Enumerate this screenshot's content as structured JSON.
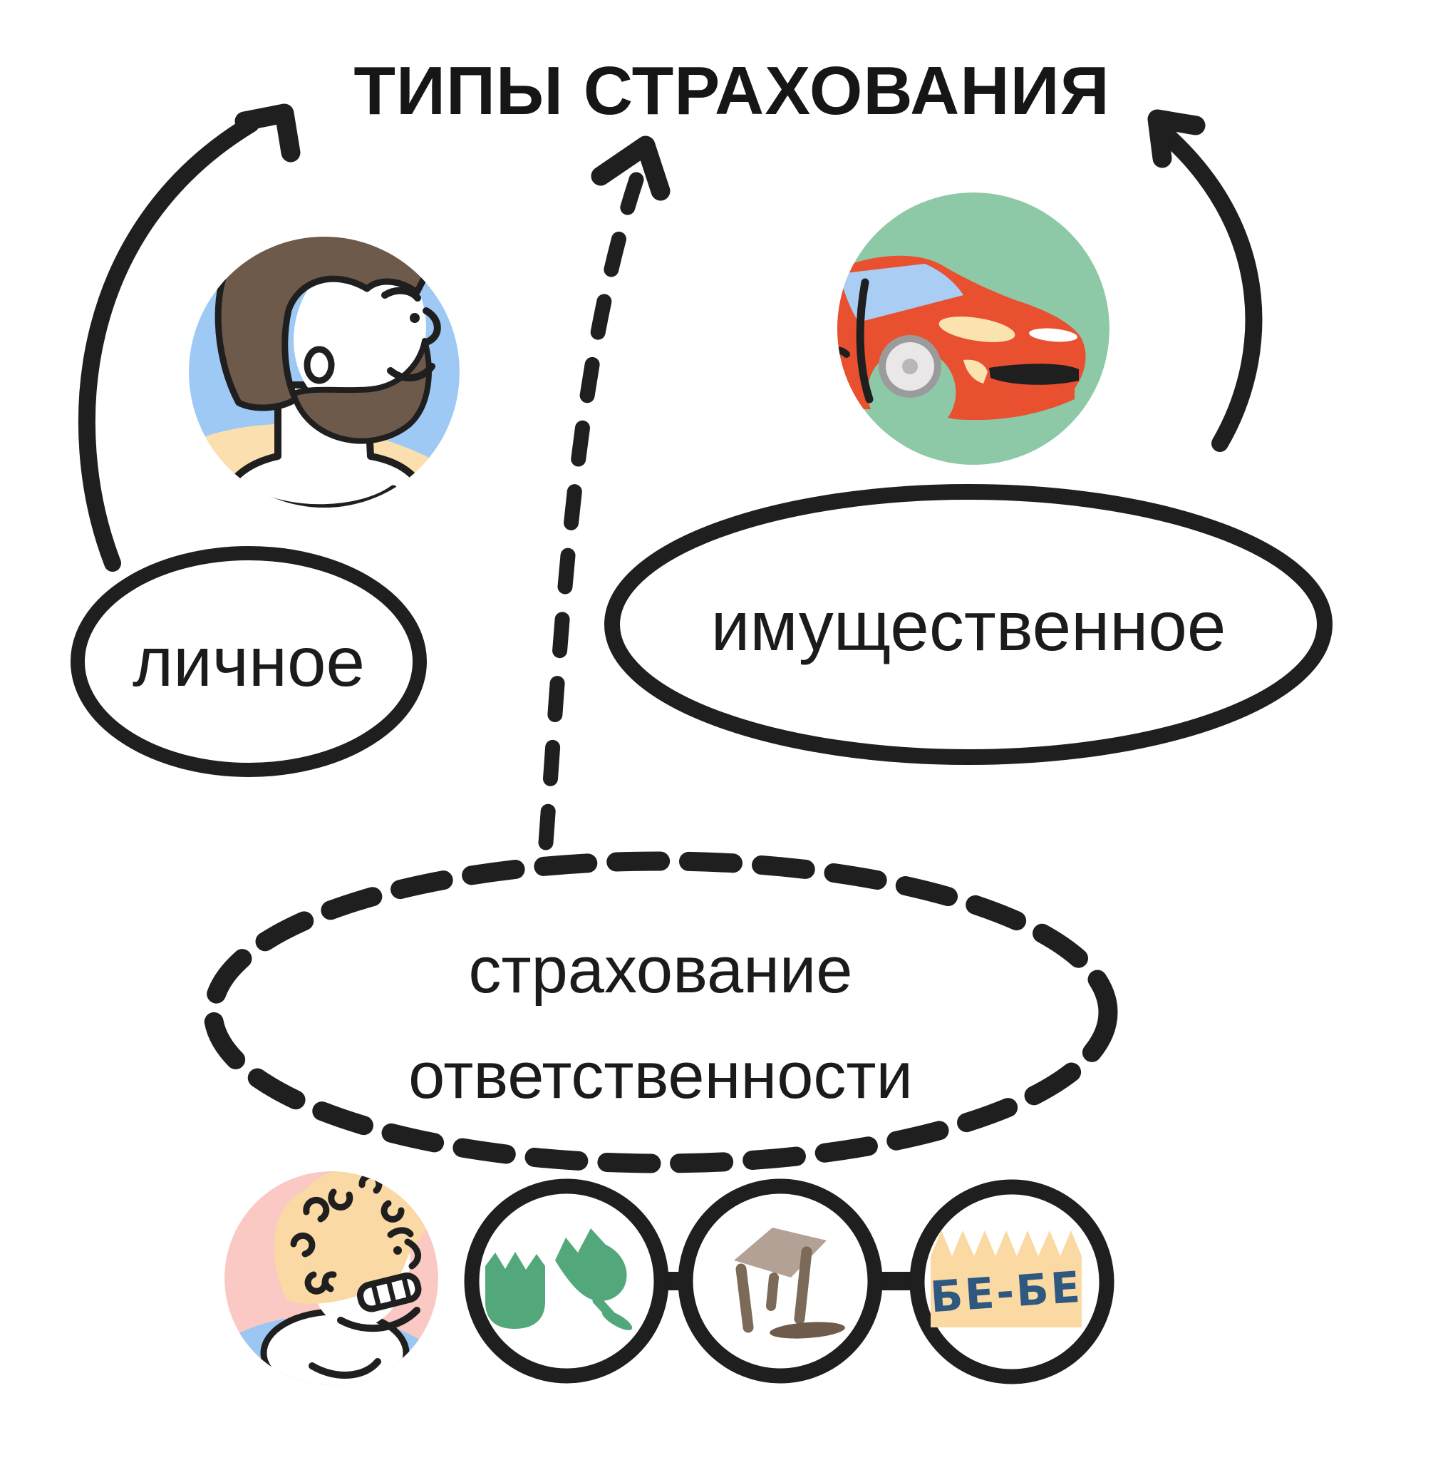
{
  "title": "ТИПЫ СТРАХОВАНИЯ",
  "nodes": {
    "personal": {
      "label": "личное",
      "icon": "bearded-man-avatar"
    },
    "property": {
      "label": "имущественное",
      "icon": "red-car-avatar"
    },
    "liability": {
      "label_line1": "страхование",
      "label_line2": "ответственности",
      "examples": [
        {
          "icon": "grinning-curly-man-avatar"
        },
        {
          "icon": "broken-wine-glass-icon"
        },
        {
          "icon": "broken-stool-icon"
        },
        {
          "icon": "mocking-speech-icon",
          "label": "БЕ-БЕ"
        }
      ]
    }
  },
  "colors": {
    "ink": "#1f1f1f",
    "avatar_blue": "#9ec9f5",
    "avatar_peach": "#fbdfae",
    "hair_brown": "#6e5a4b",
    "car_green": "#8ec9a7",
    "car_red": "#e8502f",
    "car_glass": "#a9cdf3",
    "car_cream": "#fbe3b0",
    "wheel_tire": "#9b9b9b",
    "wheel_disc": "#e9e7e7",
    "wheel_hub": "#b9b6b6",
    "pink": "#fac9c4",
    "curly_hair": "#fad9a4",
    "shirt_blue": "#9cc7f2",
    "glass_green": "#53a87b",
    "stool_top": "#b3a196",
    "stool_leg": "#7c6a58",
    "stool_dark": "#6e5b4b",
    "bebe_bg": "#fad9a2",
    "bebe_text": "#2f5880"
  }
}
